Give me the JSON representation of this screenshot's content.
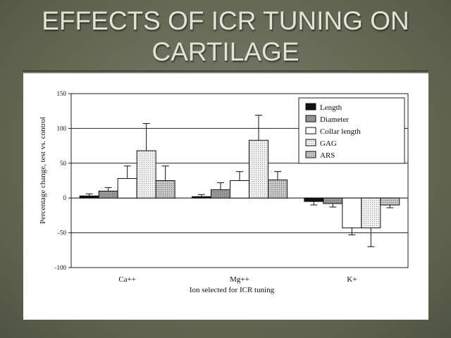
{
  "slide": {
    "title_line1": "EFFECTS OF ICR TUNING ON",
    "title_line2": "CARTILAGE"
  },
  "chart_data": {
    "type": "bar",
    "xlabel": "Ion selected for ICR tuning",
    "ylabel": "Percentage change, test vs. control",
    "ylim": [
      -100,
      150
    ],
    "yticks": [
      -100,
      -50,
      0,
      50,
      100,
      150
    ],
    "ytick_labels": [
      "-100",
      "-50",
      "0",
      "50",
      "100",
      "150"
    ],
    "grid": "horizontal",
    "legend_position": "top-right",
    "categories": [
      "Ca++",
      "Mg++",
      "K+"
    ],
    "series": [
      {
        "name": "Length",
        "values": [
          3,
          2,
          -5
        ],
        "errors": [
          3,
          3,
          5
        ]
      },
      {
        "name": "Diameter",
        "values": [
          10,
          12,
          -8
        ],
        "errors": [
          5,
          10,
          5
        ]
      },
      {
        "name": "Collar length",
        "values": [
          28,
          25,
          -43
        ],
        "errors": [
          18,
          13,
          10
        ]
      },
      {
        "name": "GAG",
        "values": [
          68,
          83,
          -43
        ],
        "errors": [
          39,
          36,
          27
        ]
      },
      {
        "name": "ARS",
        "values": [
          25,
          26,
          -10
        ],
        "errors": [
          21,
          12,
          4
        ]
      }
    ],
    "colors": [
      "#111111",
      "#8a8a8a",
      "#ffffff",
      "#e6e6e6",
      "#b8b8b8"
    ]
  }
}
